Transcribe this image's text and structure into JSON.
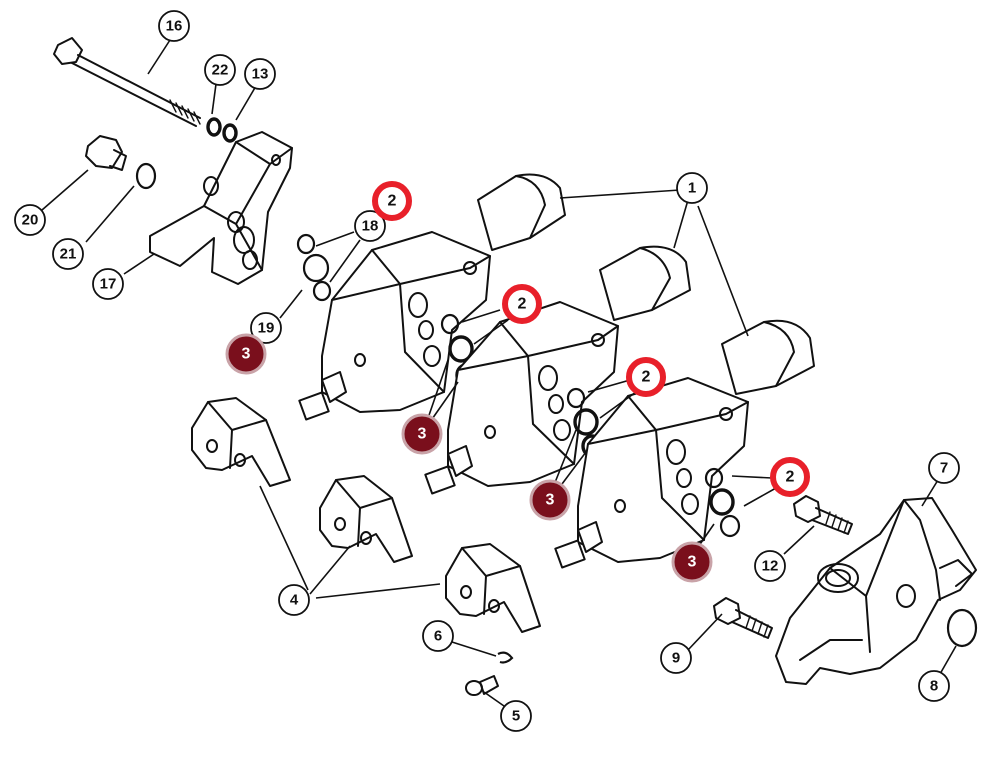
{
  "callouts": [
    {
      "id": "c16",
      "label": "16"
    },
    {
      "id": "c22",
      "label": "22"
    },
    {
      "id": "c13",
      "label": "13"
    },
    {
      "id": "c20",
      "label": "20"
    },
    {
      "id": "c21",
      "label": "21"
    },
    {
      "id": "c17",
      "label": "17"
    },
    {
      "id": "c18",
      "label": "18"
    },
    {
      "id": "c19",
      "label": "19"
    },
    {
      "id": "c1",
      "label": "1"
    },
    {
      "id": "c7",
      "label": "7"
    },
    {
      "id": "c12",
      "label": "12"
    },
    {
      "id": "c4",
      "label": "4"
    },
    {
      "id": "c6",
      "label": "6"
    },
    {
      "id": "c5",
      "label": "5"
    },
    {
      "id": "c9",
      "label": "9"
    },
    {
      "id": "c8",
      "label": "8"
    }
  ],
  "badges": [
    {
      "id": "b2a",
      "label": "2",
      "kind": "red-ring"
    },
    {
      "id": "b3a",
      "label": "3",
      "kind": "maroon-fill"
    },
    {
      "id": "b2b",
      "label": "2",
      "kind": "red-ring"
    },
    {
      "id": "b3b",
      "label": "3",
      "kind": "maroon-fill"
    },
    {
      "id": "b2c",
      "label": "2",
      "kind": "red-ring"
    },
    {
      "id": "b3c",
      "label": "3",
      "kind": "maroon-fill"
    },
    {
      "id": "b2d",
      "label": "2",
      "kind": "red-ring"
    },
    {
      "id": "b3d",
      "label": "3",
      "kind": "maroon-fill"
    }
  ],
  "colors": {
    "line": "#111111",
    "red_ring": "#e8202a",
    "maroon_fill": "#7a0f1c",
    "maroon_ring": "#c9a3a8",
    "background": "#ffffff"
  }
}
